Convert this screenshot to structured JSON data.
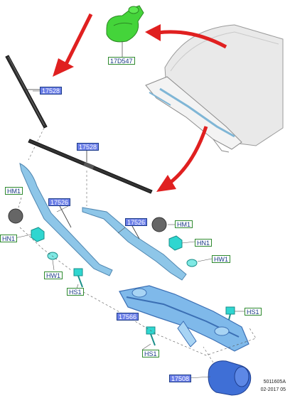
{
  "callouts": {
    "cowl_cap": "17D547",
    "blade_left": "17528",
    "blade_right": "17528",
    "arm_left": "17526",
    "arm_right": "17526",
    "hm_left": "HM1",
    "hm_right": "HM1",
    "hn_left": "HN1",
    "hn_right": "HN1",
    "hw_left": "HW1",
    "hw_right": "HW1",
    "hs_upper_left": "HS1",
    "hs_lower": "HS1",
    "hs_right": "HS1",
    "linkage": "17566",
    "motor": "17508"
  },
  "footer": {
    "code": "5011605A",
    "date": "02-2017 05"
  },
  "colors": {
    "arrow": "#e02020",
    "part_blue": "#8ec6e8",
    "cap_green": "#44d43a",
    "motor_blue": "#3f6fd6",
    "label_fill": "#6c7fe8",
    "label_border_green": "#2f8a2f"
  }
}
